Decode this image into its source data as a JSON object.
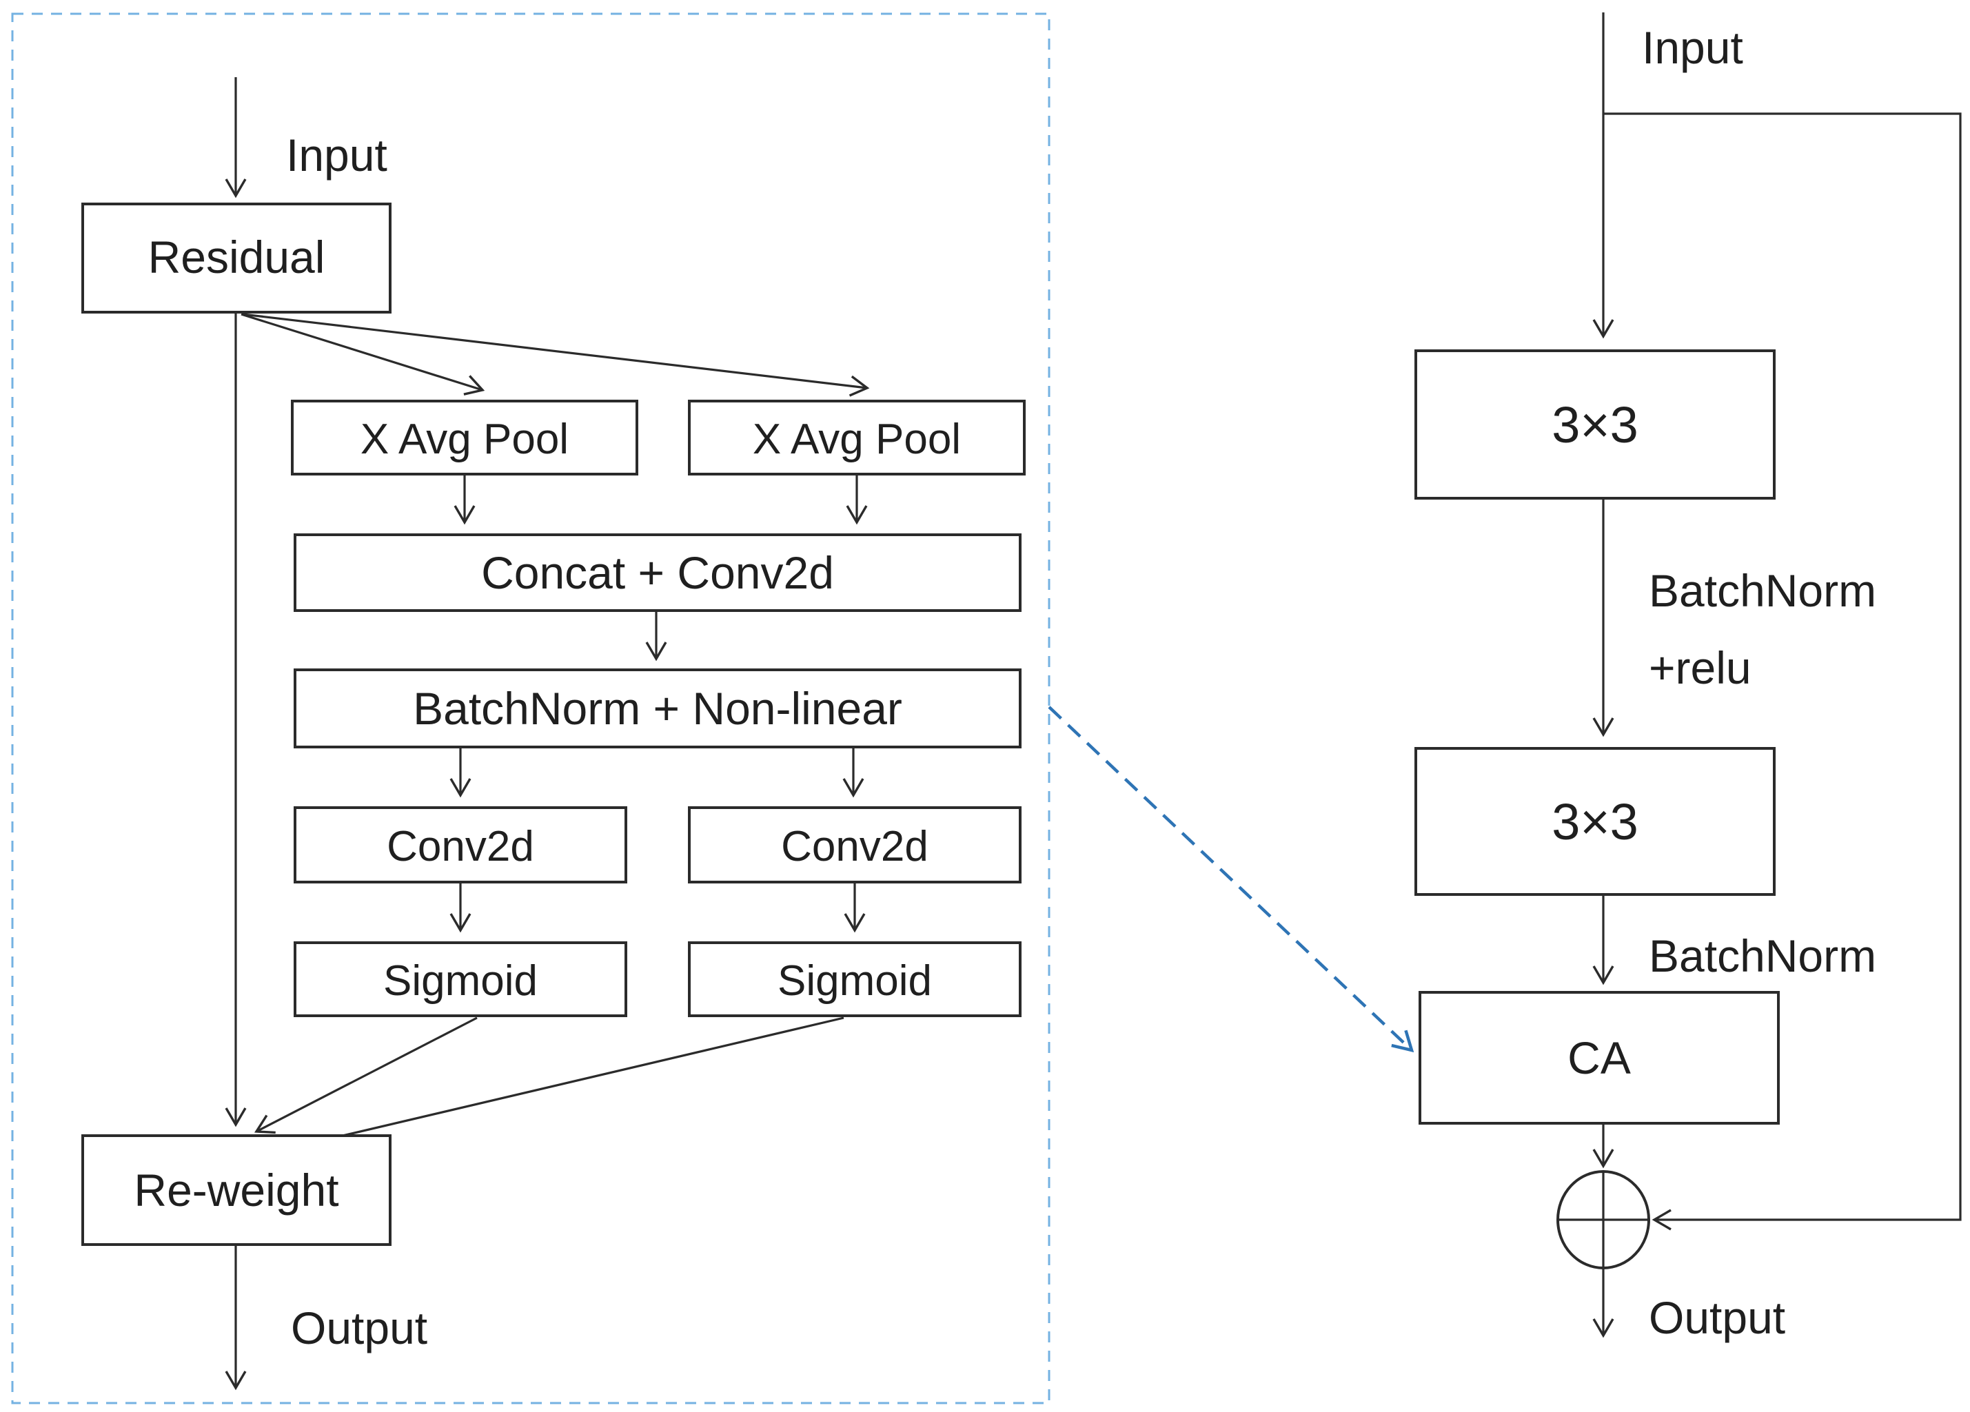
{
  "colors": {
    "diagram_line": "#2b2b2b",
    "text": "#1f1f1f",
    "panel_border": "#74b2e2",
    "link_arrow": "#2e74b5",
    "box_fill": "#ffffff",
    "background": "#ffffff"
  },
  "ca_module": {
    "input_label": "Input",
    "residual": "Residual",
    "x_avg_pool_left": "X Avg Pool",
    "x_avg_pool_right": "X Avg Pool",
    "concat_conv": "Concat + Conv2d",
    "batchnorm_nonlinear": "BatchNorm + Non-linear",
    "conv2d_left": "Conv2d",
    "conv2d_right": "Conv2d",
    "sigmoid_left": "Sigmoid",
    "sigmoid_right": "Sigmoid",
    "reweight": "Re-weight",
    "output_label": "Output"
  },
  "residual_block": {
    "input_label": "Input",
    "conv1": "3×3",
    "batchnorm_relu_line1": "BatchNorm",
    "batchnorm_relu_line2": "+relu",
    "conv2": "3×3",
    "batchnorm": "BatchNorm",
    "ca": "CA",
    "output_label": "Output"
  }
}
